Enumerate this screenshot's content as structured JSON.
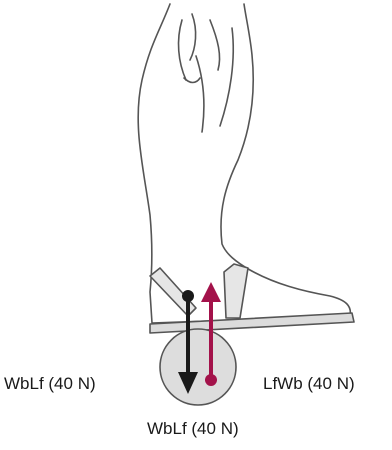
{
  "labels": {
    "left": "WbLf (40 N)",
    "right": "LfWb (40 N)",
    "bottom": "WbLf (40 N)"
  },
  "colors": {
    "outline": "#555555",
    "leg_fill": "#ffffff",
    "strap_fill": "#e6e6e6",
    "sole_fill": "#dcdcdc",
    "pulley_fill": "#dddddd",
    "down_arrow": "#1a1a1a",
    "up_arrow": "#a3124a"
  }
}
